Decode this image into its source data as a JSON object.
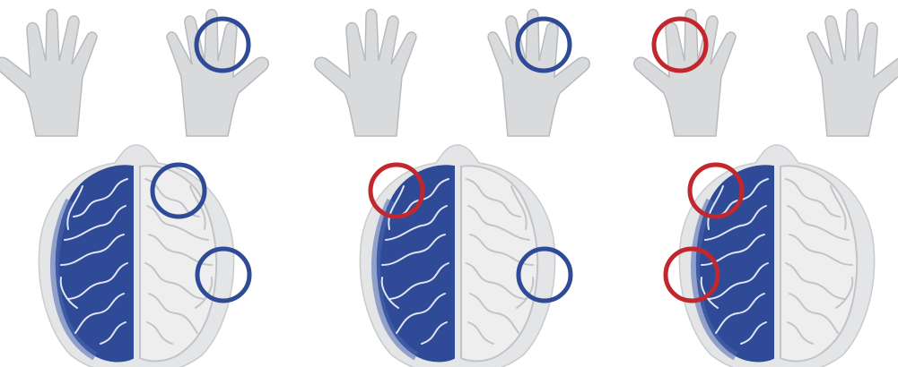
{
  "colors": {
    "hand_fill": "#d9dadc",
    "hand_stroke": "#b8babd",
    "head_fill": "#e4e5e7",
    "head_stroke": "#c9cbce",
    "brain_fill": "#eeeeef",
    "brain_stroke": "#c2c4c7",
    "brain_highlight": "#2f4a96",
    "brain_highlight_soft": "#4d67b0",
    "circle_blue": "#2f4a96",
    "circle_red": "#c1272d"
  },
  "panels": [
    {
      "name": "panel-1",
      "highlighted_hemisphere": "left",
      "hand_markers": [
        {
          "hand": "right",
          "finger": "index-middle",
          "color": "blue"
        }
      ],
      "brain_markers": [
        {
          "region": "right-frontal",
          "color": "blue"
        },
        {
          "region": "right-temporal",
          "color": "blue"
        }
      ]
    },
    {
      "name": "panel-2",
      "highlighted_hemisphere": "left",
      "hand_markers": [
        {
          "hand": "right",
          "finger": "index-middle",
          "color": "blue"
        }
      ],
      "brain_markers": [
        {
          "region": "left-frontal",
          "color": "red"
        },
        {
          "region": "right-temporal",
          "color": "blue"
        }
      ]
    },
    {
      "name": "panel-3",
      "highlighted_hemisphere": "left",
      "hand_markers": [
        {
          "hand": "left",
          "finger": "index-middle",
          "color": "red"
        }
      ],
      "brain_markers": [
        {
          "region": "left-frontal",
          "color": "red"
        },
        {
          "region": "left-temporal",
          "color": "red"
        }
      ]
    }
  ]
}
